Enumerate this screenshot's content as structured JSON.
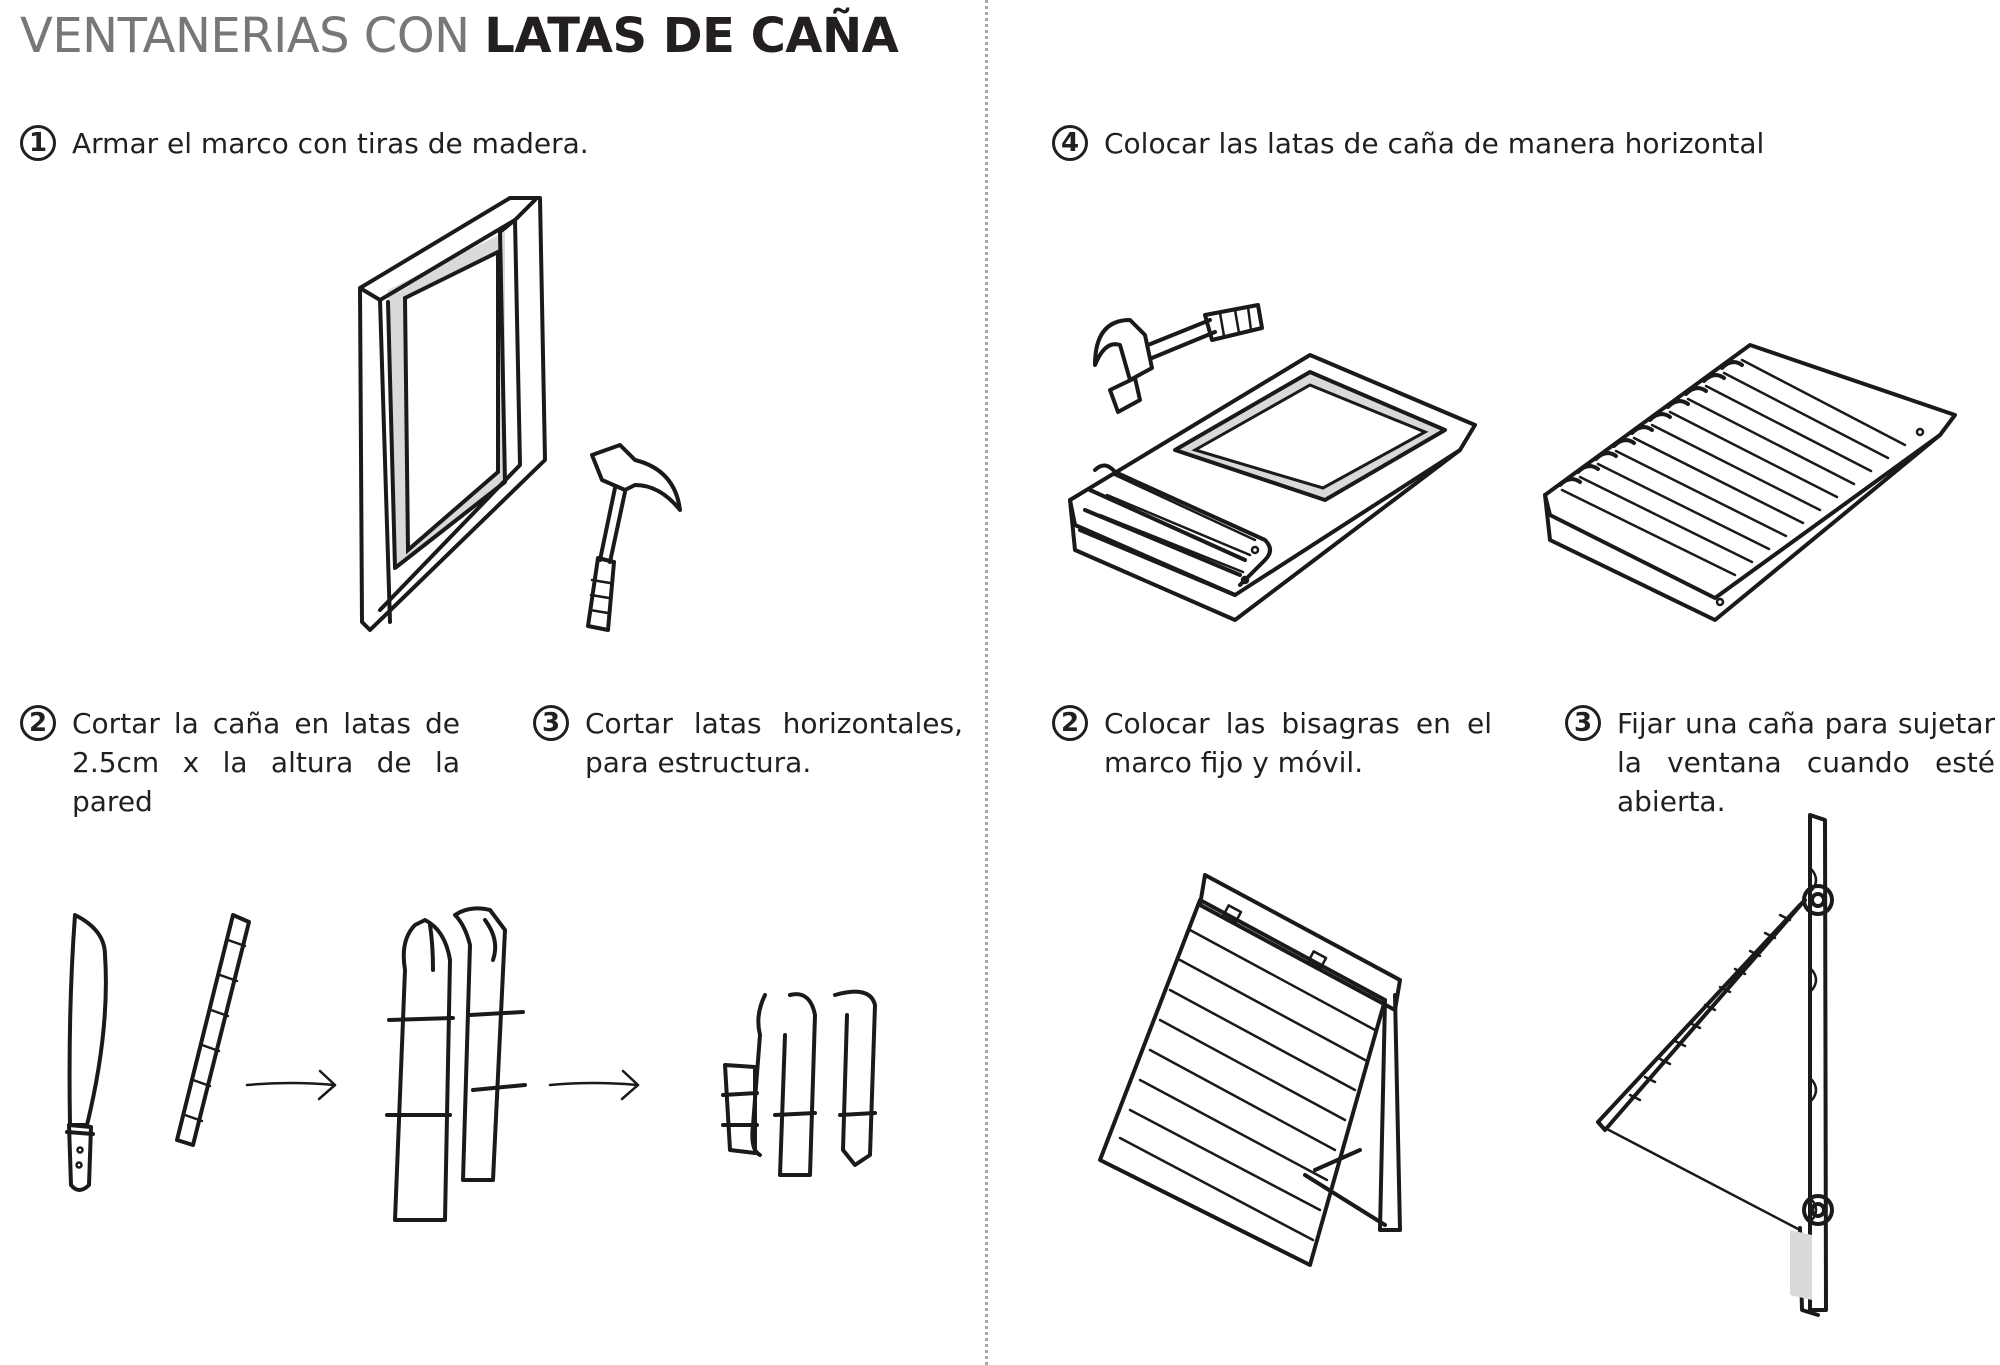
{
  "title": {
    "light": "VENTANERIAS CON ",
    "bold": "LATAS DE CAÑA"
  },
  "steps": [
    {
      "num": "1",
      "text": "Armar el marco con tiras de madera."
    },
    {
      "num": "2",
      "text": "Cortar la caña en latas de 2.5cm x la altura de la pared"
    },
    {
      "num": "3",
      "text": "Cortar latas horizontales, para estructura."
    },
    {
      "num": "4",
      "text": "Colocar las latas de caña de manera horizontal"
    },
    {
      "num": "2",
      "text": "Colocar las bisagras en el marco fijo y móvil."
    },
    {
      "num": "3",
      "text": "Fijar una caña para sujetar la ventana cuando esté abierta."
    }
  ]
}
